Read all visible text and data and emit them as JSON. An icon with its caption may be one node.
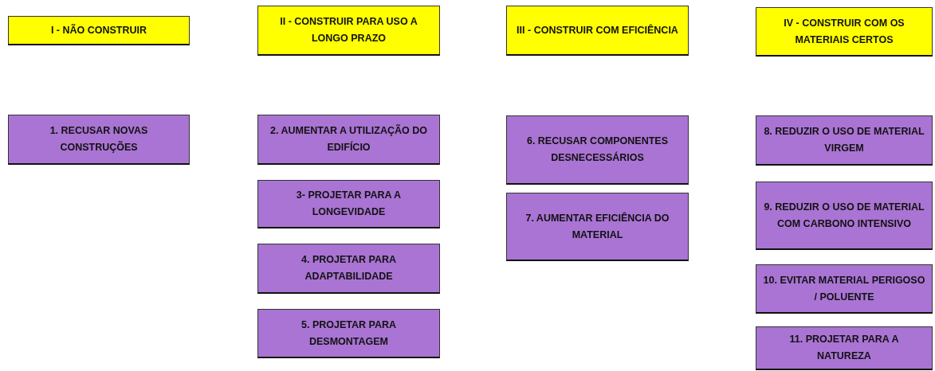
{
  "diagram": {
    "nodes": [
      {
        "text": [
          "I - NÃO CONSTRUIR"
        ]
      },
      {
        "text": [
          "II - CONSTRUIR PARA USO A LONGO PRAZO"
        ]
      },
      {
        "text": [
          "III - CONSTRUIR COM EFICIÊNCIA"
        ]
      },
      {
        "text": [
          "IV - CONSTRUIR COM OS MATERIAIS CERTOS"
        ]
      },
      {
        "text": [
          "1. RECUSAR NOVAS CONSTRUÇÕES"
        ]
      },
      {
        "text": [
          "2. AUMENTAR A UTILIZAÇÃO DO EDIFÍCIO"
        ]
      },
      {
        "text": [
          "3- PROJETAR PARA A LONGEVIDADE"
        ]
      },
      {
        "text": [
          "4. PROJETAR PARA ADAPTABILIDADE"
        ]
      },
      {
        "text": [
          "5. PROJETAR PARA DESMONTAGEM"
        ]
      },
      {
        "text": [
          "6. RECUSAR COMPONENTES DESNECESSÁRIOS"
        ]
      },
      {
        "text": [
          "7. AUMENTAR EFICIÊNCIA DO MATERIAL"
        ]
      },
      {
        "text": [
          "8. REDUZIR O USO DE MATERIAL VIRGEM"
        ]
      },
      {
        "text": [
          "9. REDUZIR O USO DE MATERIAL COM CARBONO INTENSIVO"
        ]
      },
      {
        "text": [
          "10. EVITAR MATERIAL PERIGOSO / POLUENTE"
        ]
      },
      {
        "text": [
          "11. PROJETAR PARA A NATUREZA"
        ]
      }
    ]
  }
}
